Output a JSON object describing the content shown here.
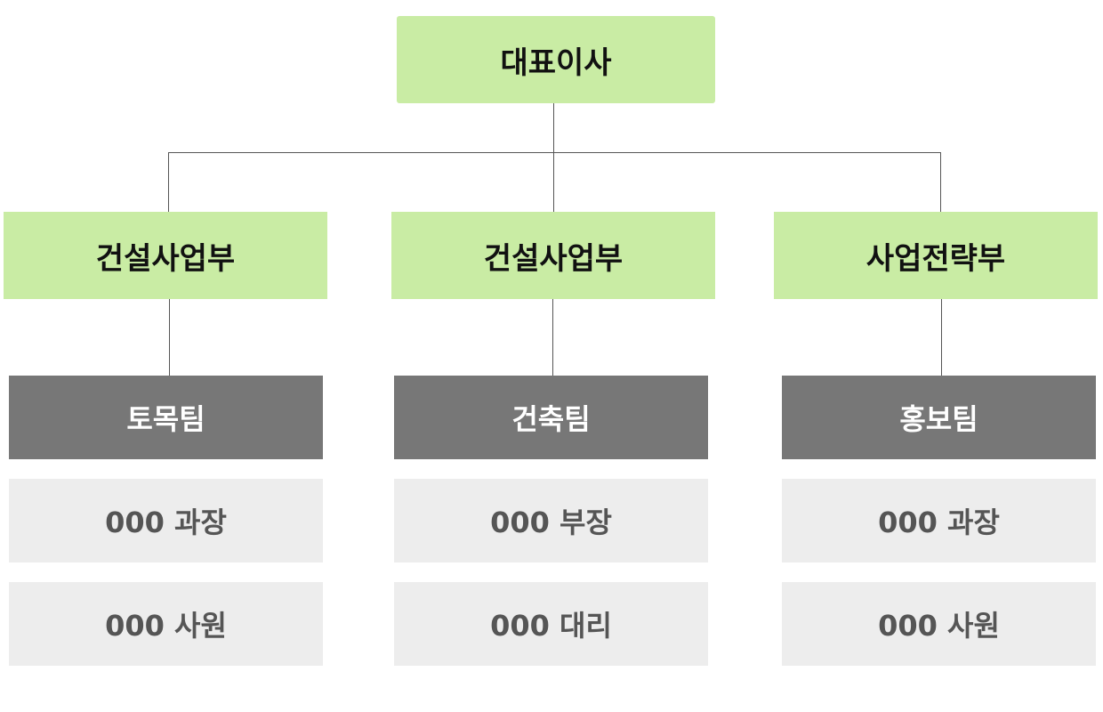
{
  "ceo": {
    "label": "대표이사"
  },
  "divisions": [
    {
      "label": "건설사업부"
    },
    {
      "label": "건설사업부"
    },
    {
      "label": "사업전략부"
    }
  ],
  "teams": [
    {
      "label": "토목팀",
      "members": [
        "000 과장",
        "000 사원"
      ]
    },
    {
      "label": "건축팀",
      "members": [
        "000 부장",
        "000 대리"
      ]
    },
    {
      "label": "홍보팀",
      "members": [
        "000 과장",
        "000 사원"
      ]
    }
  ],
  "colors": {
    "node_green": "#c9eca4",
    "team_gray": "#777777",
    "member_bg": "#ededed",
    "member_text": "#555555",
    "connector": "#555555"
  }
}
